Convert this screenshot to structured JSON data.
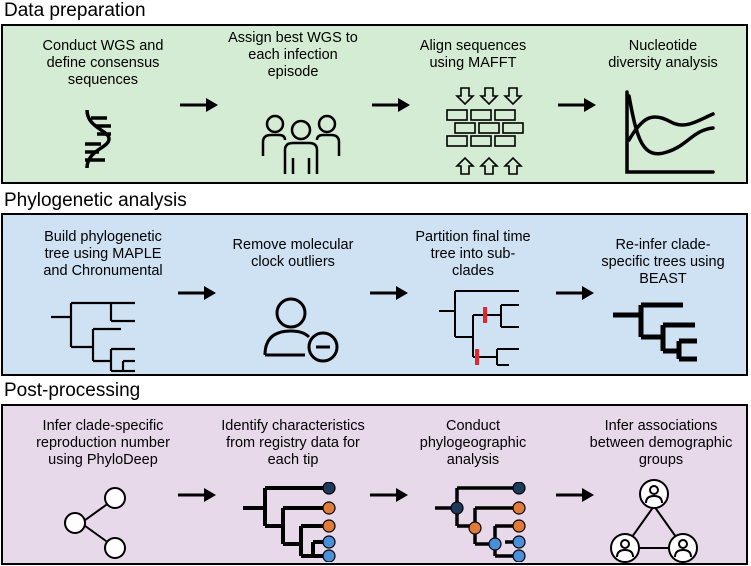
{
  "colors": {
    "data_preparation_bg": "#d4ecd3",
    "phylogenetic_bg": "#cfe2f3",
    "post_processing_bg": "#e7d9ea",
    "cut_marker": "#e8232a",
    "node_navy": "#1b3a5c",
    "node_orange": "#e07b39",
    "node_blue": "#4a90d9"
  },
  "sections": [
    {
      "title": "Data preparation",
      "steps": [
        {
          "label": "Conduct WGS and\ndefine consensus\nsequences",
          "icon": "dna-icon"
        },
        {
          "label": "Assign best WGS to\neach infection\nepisode",
          "icon": "people-group-icon"
        },
        {
          "label": "Align sequences\nusing MAFFT",
          "icon": "alignment-bricks-icon"
        },
        {
          "label": "Nucleotide\ndiversity analysis",
          "icon": "line-chart-icon"
        }
      ]
    },
    {
      "title": "Phylogenetic analysis",
      "steps": [
        {
          "label": "Build phylogenetic\ntree using MAPLE\nand Chronumental",
          "icon": "phylogenetic-tree-icon"
        },
        {
          "label": "Remove molecular\nclock outliers",
          "icon": "remove-user-icon"
        },
        {
          "label": "Partition final time\ntree into sub-\nclades",
          "icon": "partitioned-tree-icon"
        },
        {
          "label": "Re-infer clade-\nspecific trees using\nBEAST",
          "icon": "bold-tree-icon"
        }
      ]
    },
    {
      "title": "Post-processing",
      "steps": [
        {
          "label": "Infer clade-specific\nreproduction number\nusing PhyloDeep",
          "icon": "share-nodes-icon"
        },
        {
          "label": "Identify characteristics\nfrom registry data for\neach tip",
          "icon": "colored-tips-tree-icon"
        },
        {
          "label": "Conduct\nphylogeographic\nanalysis",
          "icon": "colored-nodes-tree-icon"
        },
        {
          "label": "Infer associations\nbetween demographic\ngroups",
          "icon": "demographic-network-icon"
        }
      ]
    }
  ]
}
